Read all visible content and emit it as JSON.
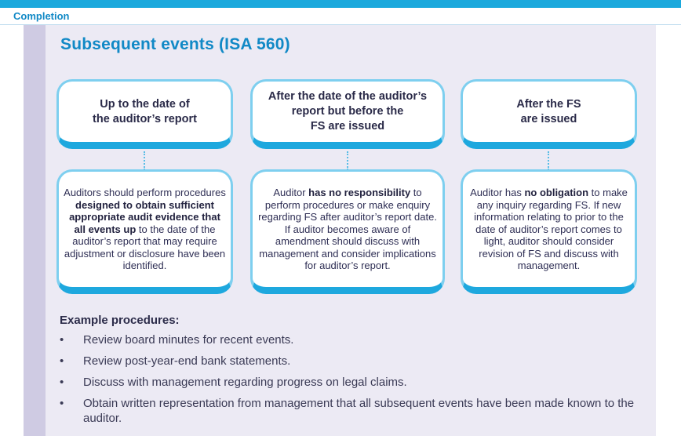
{
  "header": {
    "chapter": "Completion"
  },
  "title": "Subsequent events (ISA 560)",
  "columns": [
    {
      "heading": "Up to the date of\nthe auditor’s report",
      "detail": [
        {
          "t": "Auditors should perform procedures ",
          "b": false
        },
        {
          "t": "designed to obtain sufficient appropriate audit evidence that all events up",
          "b": true
        },
        {
          "t": " to the date of the auditor’s report that may require adjustment or disclosure have been identified.",
          "b": false
        }
      ]
    },
    {
      "heading": "After the date of the auditor’s\nreport but before the\nFS are issued",
      "detail": [
        {
          "t": "Auditor ",
          "b": false
        },
        {
          "t": "has no responsibility",
          "b": true
        },
        {
          "t": " to perform procedures or make enquiry regarding FS after auditor’s report date. If auditor becomes aware of amendment should discuss with management and consider implications for auditor’s report.",
          "b": false
        }
      ]
    },
    {
      "heading": "After the FS\nare issued",
      "detail": [
        {
          "t": "Auditor has ",
          "b": false
        },
        {
          "t": "no obligation",
          "b": true
        },
        {
          "t": " to make any inquiry regarding FS. If new information relating to prior to the date of auditor’s report comes to light, auditor should consider revision of FS and discuss with management.",
          "b": false
        }
      ]
    }
  ],
  "examples": {
    "title": "Example procedures:",
    "bullet_symbol": "•",
    "items": [
      "Review board minutes for recent events.",
      "Review post-year-end bank statements.",
      "Discuss with management regarding progress on legal claims.",
      "Obtain written representation from management that all subsequent events have been made known to the auditor."
    ]
  },
  "colors": {
    "accent": "#1189c6",
    "box_border_light": "#7ecfef",
    "box_border_dark": "#1ea8de",
    "panel": "#eceaf4"
  }
}
